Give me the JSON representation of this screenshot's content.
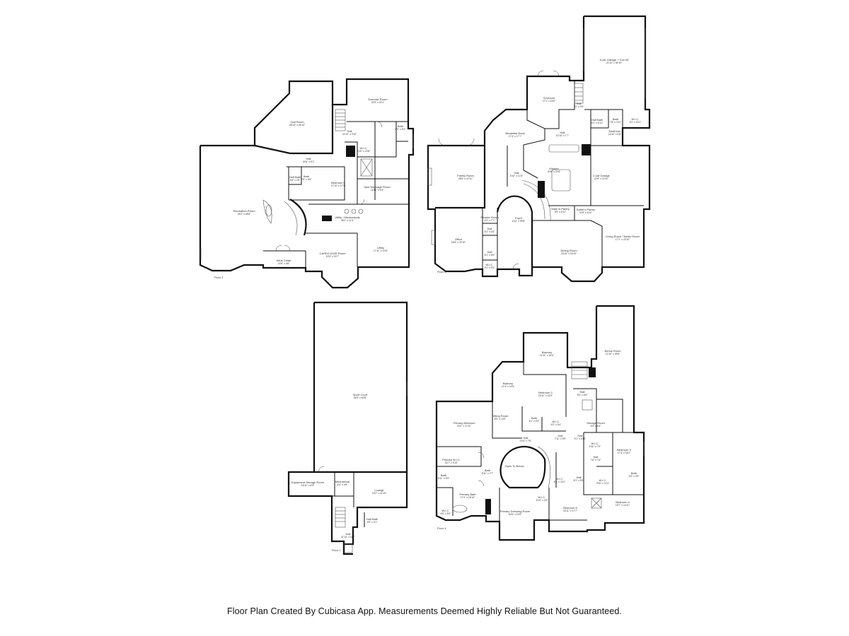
{
  "caption": "Floor Plan Created By Cubicasa App. Measurements Deemed Highly Reliable But Not Guaranteed.",
  "floors": [
    {
      "label": "Floor 2",
      "rooms": [
        {
          "name": "Golf Room",
          "dim": "26'10\" x 26'10\""
        },
        {
          "name": "Exercise Room",
          "dim": "22'5\" x 20'1\""
        },
        {
          "name": "Hall",
          "dim": "22'10\" x 9'10\""
        },
        {
          "name": "Bath",
          "dim": "8'0\" x 5'3\""
        },
        {
          "name": "W.I.C.",
          "dim": "5'10\" x 13'8\""
        },
        {
          "name": "Hall",
          "dim": "16'6\" x 5'1\""
        },
        {
          "name": "Half Bath",
          "dim": "5'6\" x 3'9\""
        },
        {
          "name": "Bath",
          "dim": "7'8\" x 5'5\""
        },
        {
          "name": "Bedroom 6",
          "dim": "17'10\" x 17'1\""
        },
        {
          "name": "Spa/ Massage Room",
          "dim": "16'11\" x 9'5\""
        },
        {
          "name": "Recreation Room",
          "dim": "39'2\" x 48'6\""
        },
        {
          "name": "Utility / Mechanicals",
          "dim": "36'2\" x 11'4\""
        },
        {
          "name": "CARD/CIGAR Room",
          "dim": "19'3\" x 15'7\""
        },
        {
          "name": "Utility",
          "dim": "17'11\" x 12'6\""
        },
        {
          "name": "Wine Cellar",
          "dim": "13'5\" x 4'8\""
        }
      ]
    },
    {
      "label": "Floor 3",
      "rooms": [
        {
          "name": "3-car Garage + Car Lift",
          "dim": "21'10\" x 34'10\""
        },
        {
          "name": "Sunroom",
          "dim": "17'1\" x 16'9\""
        },
        {
          "name": "Hall",
          "dim": "7'2\" x 3'9\""
        },
        {
          "name": "Bath",
          "dim": "7'8\" x 3'11\""
        },
        {
          "name": "W.I.C.",
          "dim": "6'2\" x 5'11\""
        },
        {
          "name": "Half Bath",
          "dim": "6'1\" x 6'11\""
        },
        {
          "name": "Mudroom",
          "dim": "10'11\" x 6'8\""
        },
        {
          "name": "Breakfast Nook",
          "dim": "17'4\" x 17'7\""
        },
        {
          "name": "Hall",
          "dim": "22'10\" x 7'7\""
        },
        {
          "name": "Family Room",
          "dim": "28'9\" x 22'11\""
        },
        {
          "name": "Hall",
          "dim": "6'10\" x 12'3\""
        },
        {
          "name": "Kitchen",
          "dim": "20'8\" x 22'6\""
        },
        {
          "name": "2-car Garage",
          "dim": "22'9\" x 22'11\""
        },
        {
          "name": "Powder Room",
          "dim": "6'2\" x 7'7\""
        },
        {
          "name": "Hall",
          "dim": "6'1\" x 4'6\""
        },
        {
          "name": "Walk in Pantry",
          "dim": "9'9\" x 6'11\""
        },
        {
          "name": "Butler's Pantry",
          "dim": "11'8\" x 6'11\""
        },
        {
          "name": "Foyer",
          "dim": "15'4\" x 39'8\""
        },
        {
          "name": "Office",
          "dim": "16'8\" x 22'10\""
        },
        {
          "name": "Hall",
          "dim": "6'1\" x 6'6\""
        },
        {
          "name": "W.I.C.",
          "dim": "6'1\" x 5'4\""
        },
        {
          "name": "Dining Room",
          "dim": "20'10\" x 16'10\""
        },
        {
          "name": "Living Room / Music Room",
          "dim": "17'1\" x 22'10\""
        }
      ]
    },
    {
      "label": "Floor 1",
      "rooms": [
        {
          "name": "Sport Court",
          "dim": "34'5\" x 63'8\""
        },
        {
          "name": "Equipment Storage Room",
          "dim": "15'11\" x 6'9\""
        },
        {
          "name": "Mechanical",
          "dim": "6'4\" x 4'8\""
        },
        {
          "name": "Lounge",
          "dim": "16'2\" x 11'10\""
        },
        {
          "name": "Half Bath",
          "dim": "5'5\" x 4'1\""
        },
        {
          "name": "Hall",
          "dim": "11'10\" x 11'7\""
        }
      ]
    },
    {
      "label": "Floor 4",
      "rooms": [
        {
          "name": "Bonus Room",
          "dim": "12'10\" x 39'5\""
        },
        {
          "name": "Balcony",
          "dim": "22'11\" x 16'4\""
        },
        {
          "name": "Balcony",
          "dim": "11'4\" x 13'5\""
        },
        {
          "name": "Bedroom 2",
          "dim": "16'11\" x 14'9\""
        },
        {
          "name": "Hall",
          "dim": "9'0\" x 6'6\""
        },
        {
          "name": "Primary Bedroom",
          "dim": "20'2\" x 17'11\""
        },
        {
          "name": "Sitting Room",
          "dim": "8'0\" x 10'0\""
        },
        {
          "name": "Bath",
          "dim": "8'1\" x 5'4\""
        },
        {
          "name": "W.I.C.",
          "dim": "6'2\" x 5'4\""
        },
        {
          "name": "Storage Room",
          "dim": "6'0\" x 6'4\""
        },
        {
          "name": "Hall",
          "dim": "13'6\" x 7'6\""
        },
        {
          "name": "Hall",
          "dim": "7'11\" x 9'0\""
        },
        {
          "name": "Hall",
          "dim": "5'1\" x 6'10\""
        },
        {
          "name": "W.I.C.",
          "dim": "5'11\" x 7'9\""
        },
        {
          "name": "Bedroom 3",
          "dim": "17'4\" x 16'2\""
        },
        {
          "name": "Primary W.I.C.",
          "dim": "16'7\" x 9'10\""
        },
        {
          "name": "Open To Below",
          "dim": ""
        },
        {
          "name": "Bath",
          "dim": "8'11\" x 5'9\""
        },
        {
          "name": "Bath",
          "dim": "5'11\" x 7'7\""
        },
        {
          "name": "Hall",
          "dim": "7'6\" x 7'6\""
        },
        {
          "name": "Bath",
          "dim": "4'9\" x 4'9\""
        },
        {
          "name": "W.I.C.",
          "dim": "6'5\" x 3'11\""
        },
        {
          "name": "Hall",
          "dim": "8'1\" x 5'0\""
        },
        {
          "name": "W.I.C.",
          "dim": "9'10\" x 3'11\""
        },
        {
          "name": "Primary Bath",
          "dim": "17'4\" x 16'10\""
        },
        {
          "name": "W.I.C.",
          "dim": "6'6\" x 5'9\""
        },
        {
          "name": "W.I.C.",
          "dim": "5'10\" x 4'9\""
        },
        {
          "name": "Primary Dressing Room",
          "dim": "16'0\" x 19'9\""
        },
        {
          "name": "Bedroom 5",
          "dim": "16'11\" x 17'7\""
        },
        {
          "name": "Bedroom 4",
          "dim": "15'7\" x 14'11\""
        }
      ]
    }
  ]
}
